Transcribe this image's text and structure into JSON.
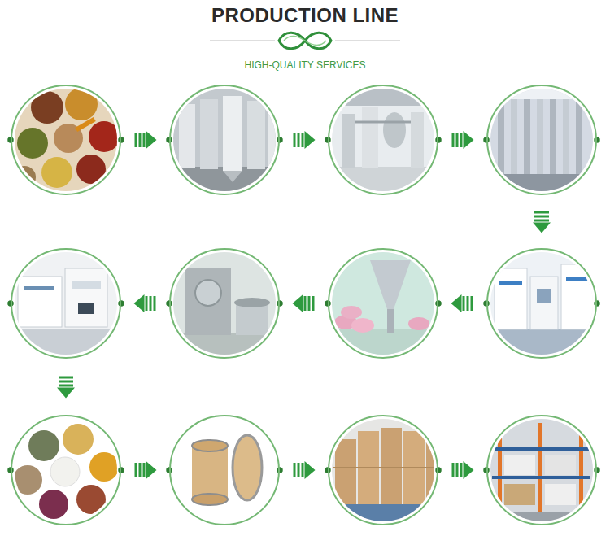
{
  "diagram": {
    "title": "PRODUCTION LINE",
    "nodes": [
      {
        "text": []
      },
      {
        "text": []
      },
      {
        "text": []
      },
      {
        "text": []
      },
      {
        "text": []
      },
      {
        "text": []
      },
      {
        "text": []
      },
      {
        "text": []
      },
      {
        "text": []
      },
      {
        "text": []
      },
      {
        "text": []
      },
      {
        "text": []
      }
    ],
    "edges": [
      {
        "from": 0,
        "to": 1,
        "arrow": "to"
      },
      {
        "from": 1,
        "to": 2,
        "arrow": "to"
      },
      {
        "from": 2,
        "to": 3,
        "arrow": "to"
      },
      {
        "from": 3,
        "to": 4,
        "arrow": "to"
      },
      {
        "from": 4,
        "to": 5,
        "arrow": "to"
      },
      {
        "from": 5,
        "to": 6,
        "arrow": "to"
      },
      {
        "from": 6,
        "to": 7,
        "arrow": "to"
      },
      {
        "from": 7,
        "to": 8,
        "arrow": "to"
      },
      {
        "from": 8,
        "to": 9,
        "arrow": "to"
      },
      {
        "from": 9,
        "to": 10,
        "arrow": "to"
      },
      {
        "from": 10,
        "to": 11,
        "arrow": "to"
      }
    ],
    "labels": [
      "HIGH-QUALITY SERVICES"
    ]
  }
}
